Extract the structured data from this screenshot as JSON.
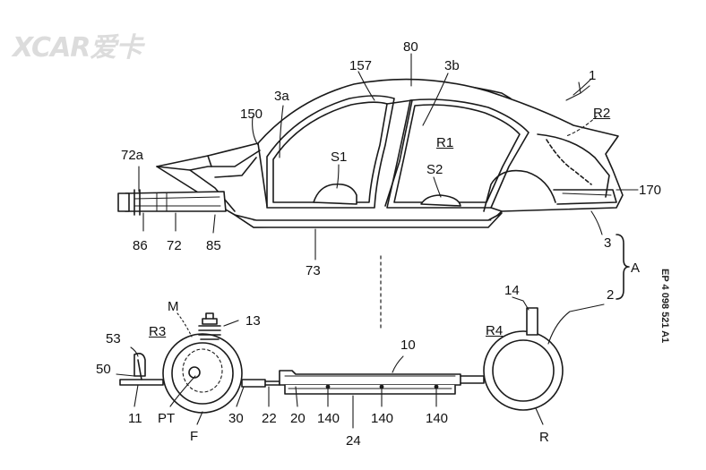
{
  "watermark": "XCAR爱卡",
  "patent_number": "EP 4 098 521 A1",
  "labels": {
    "l80": "80",
    "l157": "157",
    "l3b": "3b",
    "l1": "1",
    "l3a": "3a",
    "l150": "150",
    "lR2": "R2",
    "lR1": "R1",
    "l72a": "72a",
    "lS1": "S1",
    "lS2": "S2",
    "l170": "170",
    "l86": "86",
    "l72": "72",
    "l85": "85",
    "l73": "73",
    "l3": "3",
    "lA": "A",
    "l2": "2",
    "l14": "14",
    "lM": "M",
    "l13": "13",
    "lR3": "R3",
    "lR4": "R4",
    "l53": "53",
    "l10": "10",
    "l50": "50",
    "l11": "11",
    "lPT": "PT",
    "l30": "30",
    "l22": "22",
    "l20": "20",
    "l140a": "140",
    "l140b": "140",
    "l140c": "140",
    "l24": "24",
    "lF": "F",
    "lR": "R"
  }
}
